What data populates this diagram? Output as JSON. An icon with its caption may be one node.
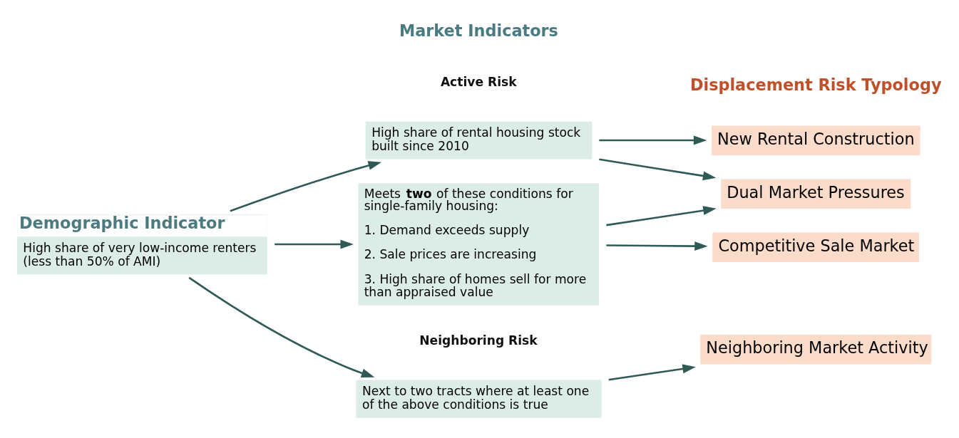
{
  "diagram": {
    "nodes": [
      {
        "text": [
          "Demographic Indicator",
          "High share of very low-income renters (less than 50% of AMI)"
        ]
      },
      {
        "text": [
          "High share of rental housing stock built since 2010"
        ]
      },
      {
        "text": [
          "Meets **two** of these conditions for single-family housing:",
          "1. Demand exceeds supply",
          "2. Sale prices are increasing",
          "3. High share of homes sell for more than appraised value"
        ]
      },
      {
        "text": [
          "Next to two tracts where at least one of the above conditions is true"
        ]
      },
      {
        "text": [
          "New Rental Construction"
        ]
      },
      {
        "text": [
          "Dual Market Pressures"
        ]
      },
      {
        "text": [
          "Competitive Sale Market"
        ]
      },
      {
        "text": [
          "Neighboring Market Activity"
        ]
      }
    ],
    "edges": [
      {
        "from": 0,
        "to": 1,
        "arrow": "to"
      },
      {
        "from": 0,
        "to": 2,
        "arrow": "to"
      },
      {
        "from": 0,
        "to": 3,
        "arrow": "to"
      },
      {
        "from": 1,
        "to": 4,
        "arrow": "to"
      },
      {
        "from": 1,
        "to": 5,
        "arrow": "to"
      },
      {
        "from": 2,
        "to": 5,
        "arrow": "to"
      },
      {
        "from": 2,
        "to": 6,
        "arrow": "to"
      },
      {
        "from": 3,
        "to": 7,
        "arrow": "to"
      }
    ],
    "labels": [
      "Market Indicators",
      "Active Risk",
      "Neighboring Risk",
      "Displacement Risk Typology"
    ]
  }
}
